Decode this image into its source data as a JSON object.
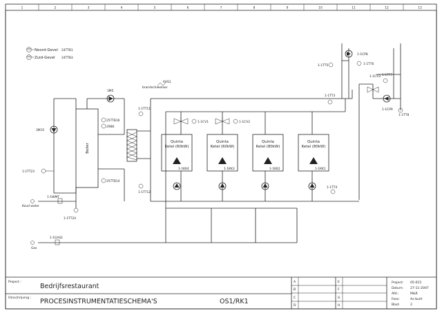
{
  "columns": [
    "1",
    "2",
    "3",
    "4",
    "5",
    "6",
    "7",
    "8",
    "9",
    "10",
    "11",
    "12",
    "13"
  ],
  "wind": {
    "north_label": "Noord-Gevel",
    "north_tag": "24TTB1",
    "south_label": "Zuid-Gevel",
    "south_tag": "24TTB3"
  },
  "boiler": {
    "label": "Boiler",
    "tags": {
      "tt16": "25TTB16",
      "p": "29B6",
      "tt14": "25TTB14",
      "tt23": "1-1TT23"
    }
  },
  "pumps": {
    "p3m15": "3M15",
    "p3m5": "3M5"
  },
  "switch": {
    "tag": "6HS1",
    "label": "brandschakelaar"
  },
  "exchanger": {
    "tt11": "1-1TT11",
    "tt12": "1-1TT12"
  },
  "boilers": [
    {
      "name_top": "Quinta",
      "name_bottom": "Ketel (60kW)",
      "tag": "1-1KK4"
    },
    {
      "name_top": "Quinta",
      "name_bottom": "Ketel (60kW)",
      "tag": "1-1KK3"
    },
    {
      "name_top": "Quinta",
      "name_bottom": "Ketel (80kW)",
      "tag": "1-1KK2"
    },
    {
      "name_top": "Quinta",
      "name_bottom": "Ketel (80kW)",
      "tag": "1-1KK1"
    }
  ],
  "valves": {
    "cv1": "1-1CV1",
    "cv2": "1-1CV2",
    "cv3": "1-1CV3"
  },
  "right_group": {
    "tt5": "1-1TT5",
    "cp8": "1-1CP8",
    "tt6": "1-1TT6",
    "tt3": "1-1TT3",
    "tt7": "1-1TT7",
    "cp9": "1-1CP9",
    "tt8": "1-1TT8",
    "tt4": "1-1TT4"
  },
  "water": {
    "label": "Koud water",
    "wmt": "1-1WMT",
    "tt24": "1-1TT24"
  },
  "gas": {
    "label": "Gas",
    "tag": "1-1GAS1"
  },
  "title_block": {
    "project_label": "Project :",
    "project_value": "Bedrijfsrestaurant",
    "desc_label": "Omschrijving :",
    "desc_value": "PROCESINSTRUMENTATIESCHEMA'S",
    "code": "OS1/RK1",
    "rev_letters": [
      "A",
      "B",
      "C",
      "D",
      "E",
      "F",
      "G",
      "H"
    ],
    "info": [
      {
        "k": "Project:",
        "v": "05-015"
      },
      {
        "k": "Datum:",
        "v": "27-11-2007"
      },
      {
        "k": "Afd.:",
        "v": "M&R"
      },
      {
        "k": "Fase:",
        "v": "As-built"
      },
      {
        "k": "Blad:",
        "v": "2"
      }
    ]
  }
}
